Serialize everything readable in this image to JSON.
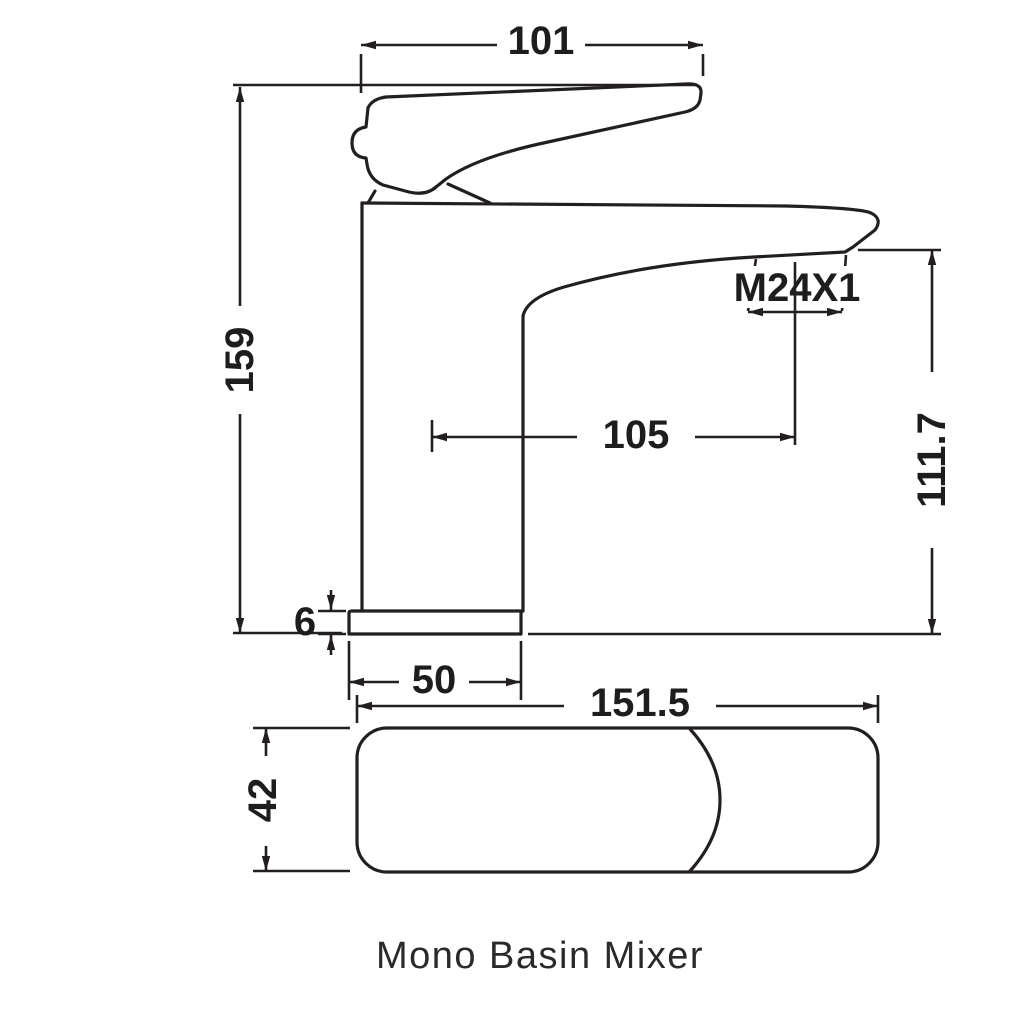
{
  "drawing": {
    "caption": "Mono Basin Mixer",
    "dimensions": {
      "spout_width": {
        "value": "101"
      },
      "overall_height": {
        "value": "159"
      },
      "thread_spec": {
        "value": "M24X1"
      },
      "spout_reach": {
        "value": "105"
      },
      "spout_height": {
        "value": "111.7"
      },
      "base_thickness": {
        "value": "6"
      },
      "base_width": {
        "value": "50"
      },
      "overall_length": {
        "value": "151.5"
      },
      "body_depth": {
        "value": "42"
      }
    },
    "colors": {
      "line": "#231f20",
      "text": "#1d1d1b",
      "background": "#ffffff"
    }
  }
}
